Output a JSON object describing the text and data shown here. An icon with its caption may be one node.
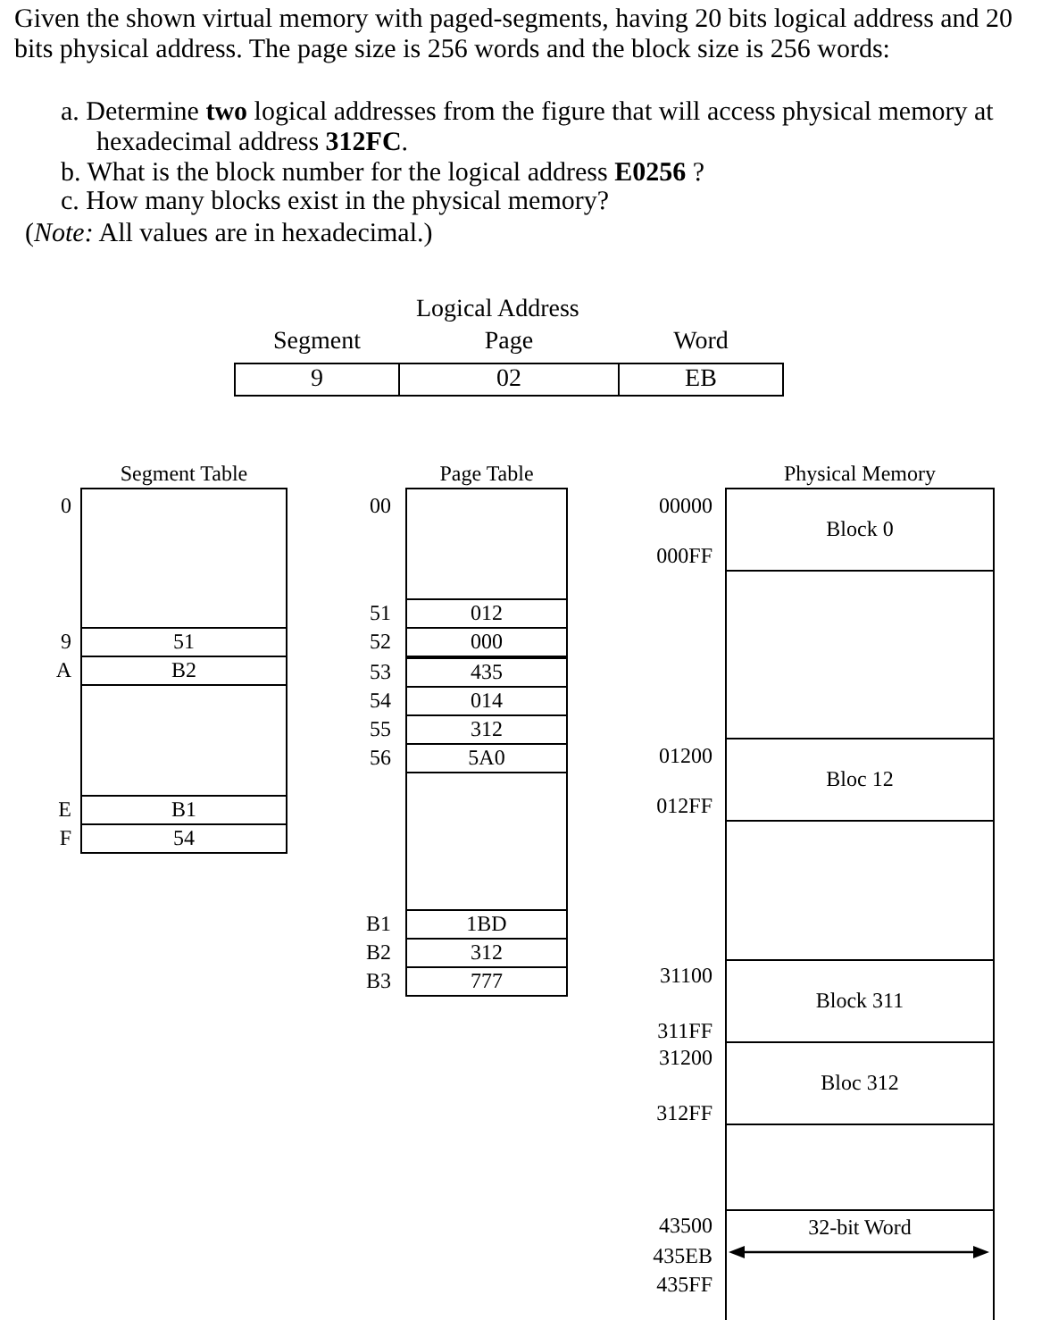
{
  "diagram": {
    "title": "Given the shown virtual memory with paged-segments, having 20 bits logical address and 20 bits physical address. The page size is 256 words and the block size is 256 words:",
    "nodes": [
      {
        "text": [
          "Logical Address"
        ]
      },
      {
        "text": [
          "Segment",
          "9"
        ],
        "in": 0
      },
      {
        "text": [
          "Page",
          "02"
        ],
        "in": 0
      },
      {
        "text": [
          "Word",
          "EB"
        ],
        "in": 0
      },
      {
        "text": [
          "Segment Table"
        ],
        "beside": [
          "0"
        ]
      },
      {
        "text": [
          "51"
        ],
        "in": 4,
        "beside": [
          "9"
        ]
      },
      {
        "text": [
          "B2"
        ],
        "in": 4,
        "beside": [
          "A"
        ]
      },
      {
        "text": [
          "B1"
        ],
        "in": 4,
        "beside": [
          "E"
        ]
      },
      {
        "text": [
          "54"
        ],
        "in": 4,
        "beside": [
          "F"
        ]
      },
      {
        "text": [
          "Page Table"
        ],
        "beside": [
          "00"
        ]
      },
      {
        "text": [
          "012"
        ],
        "in": 9,
        "beside": [
          "51"
        ]
      },
      {
        "text": [
          "000"
        ],
        "in": 9,
        "beside": [
          "52"
        ]
      },
      {
        "text": [
          "435"
        ],
        "in": 9,
        "beside": [
          "53"
        ]
      },
      {
        "text": [
          "014"
        ],
        "in": 9,
        "beside": [
          "54"
        ]
      },
      {
        "text": [
          "312"
        ],
        "in": 9,
        "beside": [
          "55"
        ]
      },
      {
        "text": [
          "5A0"
        ],
        "in": 9,
        "beside": [
          "56"
        ]
      },
      {
        "text": [
          "1BD"
        ],
        "in": 9,
        "beside": [
          "B1"
        ]
      },
      {
        "text": [
          "312"
        ],
        "in": 9,
        "beside": [
          "B2"
        ]
      },
      {
        "text": [
          "777"
        ],
        "in": 9,
        "beside": [
          "B3"
        ]
      },
      {
        "text": [
          "Physical Memory"
        ]
      },
      {
        "text": [
          "Block 0"
        ],
        "in": 19,
        "beside": [
          "00000",
          "000FF"
        ]
      },
      {
        "text": [
          "Bloc 12"
        ],
        "in": 19,
        "beside": [
          "01200",
          "012FF"
        ]
      },
      {
        "text": [
          "Block 311"
        ],
        "in": 19,
        "beside": [
          "31100",
          "311FF"
        ]
      },
      {
        "text": [
          "Bloc 312"
        ],
        "in": 19,
        "beside": [
          "31200",
          "312FF"
        ]
      },
      {
        "text": [
          "32-bit Word"
        ],
        "in": 19,
        "beside": [
          "43500",
          "435EB",
          "435FF"
        ]
      }
    ],
    "labels": [
      "a. Determine **two** logical addresses from the figure that will access physical memory at hexadecimal address **312FC**.",
      "b. What is the block number for the logical address **E0256** ?",
      "c. How many blocks exist in the physical memory?",
      "(*Note:* All values are in hexadecimal.)"
    ]
  }
}
